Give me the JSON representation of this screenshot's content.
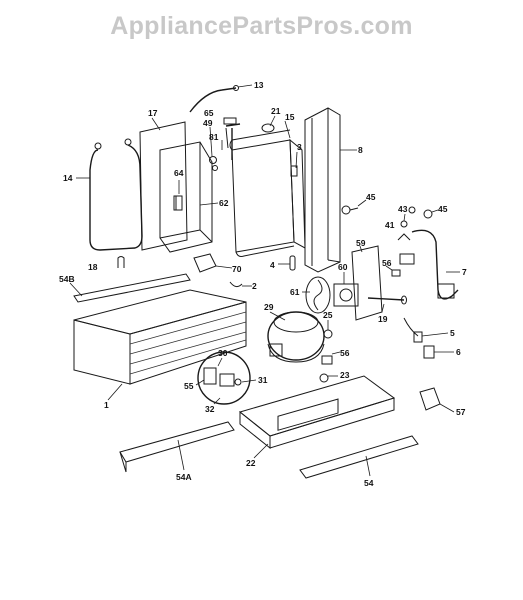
{
  "watermark": {
    "text": "AppliancePartsPros.com"
  },
  "colors": {
    "ink": "#1a1a1a",
    "watermark": "#c8c8c8",
    "background": "#ffffff"
  },
  "callouts": {
    "c13": "13",
    "c17": "17",
    "c65": "65",
    "c21": "21",
    "c15": "15",
    "c49": "49",
    "c81": "81",
    "c3": "3",
    "c8": "8",
    "c14": "14",
    "c64": "64",
    "c62": "62",
    "c45a": "45",
    "c43": "43",
    "c45b": "45",
    "c41": "41",
    "c4": "4",
    "c59": "59",
    "c18": "18",
    "c54B": "54B",
    "c70": "70",
    "c2": "2",
    "c60": "60",
    "c56a": "56",
    "c7": "7",
    "c61": "61",
    "c29": "29",
    "c25": "25",
    "c19": "19",
    "c5": "5",
    "c6": "6",
    "c30": "30",
    "c56b": "56",
    "c55": "55",
    "c31": "31",
    "c23": "23",
    "c1": "1",
    "c32": "32",
    "c57": "57",
    "c22": "22",
    "c54A": "54A",
    "c54": "54"
  }
}
